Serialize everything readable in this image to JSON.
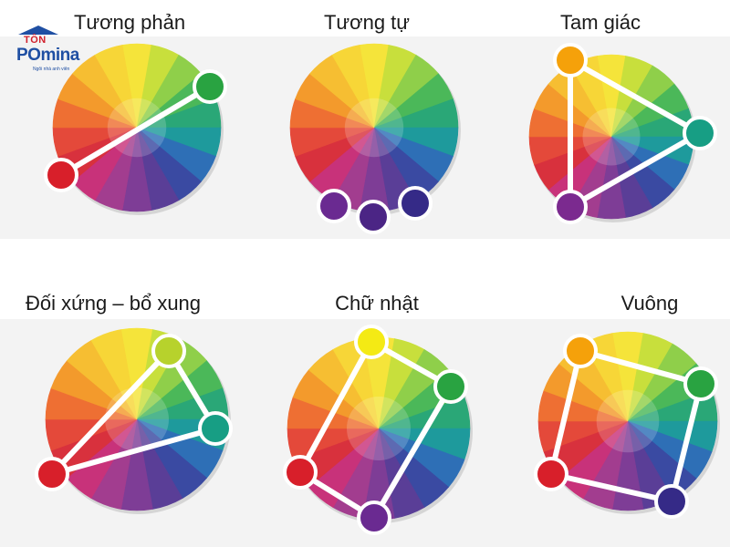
{
  "logo": {
    "top_text": "TÔN",
    "brand_text": "POmina",
    "tagline": "Ngôi nhà anh viên",
    "colors": {
      "blue": "#1f4fa3",
      "red": "#d11f2b"
    }
  },
  "schemes": [
    {
      "id": "complementary",
      "title": "Tương phản",
      "markers": [
        "red",
        "green"
      ],
      "lines": [
        [
          0,
          1
        ]
      ]
    },
    {
      "id": "analogous",
      "title": "Tương tự",
      "markers": [
        "purple",
        "violet",
        "indigo"
      ],
      "lines": []
    },
    {
      "id": "triadic",
      "title": "Tam giác",
      "markers": [
        "orange",
        "teal",
        "magenta-purple"
      ],
      "lines": [
        [
          0,
          1
        ],
        [
          1,
          2
        ],
        [
          2,
          0
        ]
      ]
    },
    {
      "id": "split-complementary",
      "title": "Đối xứng – bổ xung",
      "markers": [
        "yellow-green",
        "teal",
        "red"
      ],
      "lines": [
        [
          0,
          1
        ],
        [
          1,
          2
        ],
        [
          2,
          0
        ]
      ]
    },
    {
      "id": "rectangle",
      "title": "Chữ nhật",
      "markers": [
        "yellow",
        "green",
        "purple",
        "red"
      ],
      "lines": [
        [
          0,
          1
        ],
        [
          1,
          2
        ],
        [
          2,
          3
        ],
        [
          3,
          0
        ]
      ]
    },
    {
      "id": "square",
      "title": "Vuông",
      "markers": [
        "orange",
        "green",
        "indigo",
        "red"
      ],
      "lines": [
        [
          0,
          1
        ],
        [
          1,
          2
        ],
        [
          2,
          3
        ],
        [
          3,
          0
        ]
      ]
    }
  ],
  "wheel_colors": [
    "#f5e43a",
    "#c8df3c",
    "#8fcf4a",
    "#4bb859",
    "#2aa777",
    "#1e9a9c",
    "#2e6fb6",
    "#3a4aa2",
    "#5a3e97",
    "#7e3d96",
    "#a23d8f",
    "#c8327a",
    "#d8313d",
    "#e4493a",
    "#ee6f33",
    "#f39a2c",
    "#f6be32",
    "#f7d637"
  ],
  "marker_colors": {
    "red": "#d81f2a",
    "green": "#29a341",
    "purple": "#6a2a91",
    "violet": "#4b2585",
    "indigo": "#352a87",
    "orange": "#f5a10a",
    "teal": "#179e84",
    "magenta-purple": "#7b2a8f",
    "yellow-green": "#b7d22c",
    "yellow": "#f4ea14"
  }
}
